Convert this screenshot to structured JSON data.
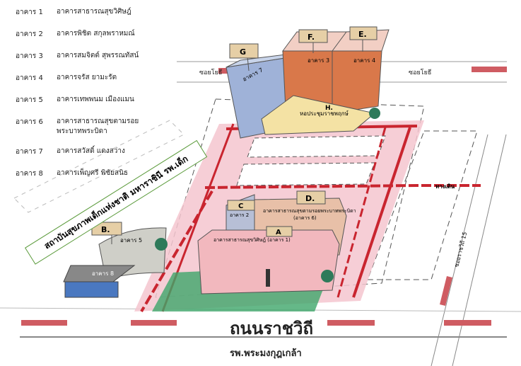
{
  "legend": [
    {
      "num": "อาคาร 1",
      "name": "อาคารสาธารณสุขวิศิษฎ์"
    },
    {
      "num": "อาคาร 2",
      "name": "อาคารพิชิต สกุลพราหมณ์"
    },
    {
      "num": "อาคาร 3",
      "name": "อาคารสมจิตต์ สุพรรณทัสน์"
    },
    {
      "num": "อาคาร 4",
      "name": "อาคารจรัส ยามะรัต"
    },
    {
      "num": "อาคาร 5",
      "name": "อาคารเทพพนม เมืองแมน"
    },
    {
      "num": "อาคาร 6",
      "name": "อาคารสาธารณสุขตามรอยพระบาทพระบิดา"
    },
    {
      "num": "อาคาร 7",
      "name": "อาคารสวัสดิ์ แดงสว่าง"
    },
    {
      "num": "อาคาร 8",
      "name": "อาคารเพ็ญศรี พิชัยสนิธ"
    }
  ],
  "institute_label": "สถาบันสุขภาพเด็กแห่งชาติ มหาราชินี รพ.เด็ก",
  "roads": {
    "main": "ถนนราชวิถี",
    "soi_top_left": "ซอยโยธี",
    "soi_top_right": "ซอยโยธี",
    "soi_right": "ซอยราชวิถี 15",
    "walkway": "ทางเดิน"
  },
  "landmark_bottom": "รพ.พระมงกุฎเกล้า",
  "buildings": {
    "A": {
      "sign": "A",
      "label": "อาคารสาธารณสุขวิศิษฎ์ (อาคาร 1)"
    },
    "B": {
      "sign": "B.",
      "label": "อาคาร 5"
    },
    "C": {
      "sign": "C",
      "label": "อาคาร 2"
    },
    "D": {
      "sign": "D.",
      "label": "อาคารสาธารณสุขตามรอยพระบาทพระบิดา",
      "label2": "(อาคาร 6)"
    },
    "E": {
      "sign": "E.",
      "label": "อาคาร 4"
    },
    "F": {
      "sign": "F.",
      "label": "อาคาร 3"
    },
    "G": {
      "sign": "G",
      "label": "อาคาร 7"
    },
    "H": {
      "sign": "H.",
      "label": "หอประชุมราชพฤกษ์"
    },
    "8": {
      "label": "อาคาร 8"
    }
  },
  "colors": {
    "road_red": "#c9252f",
    "campus_pink": "#f4c6cf",
    "bar": "#cf5c62",
    "accent_green": "#5a9a3a"
  }
}
